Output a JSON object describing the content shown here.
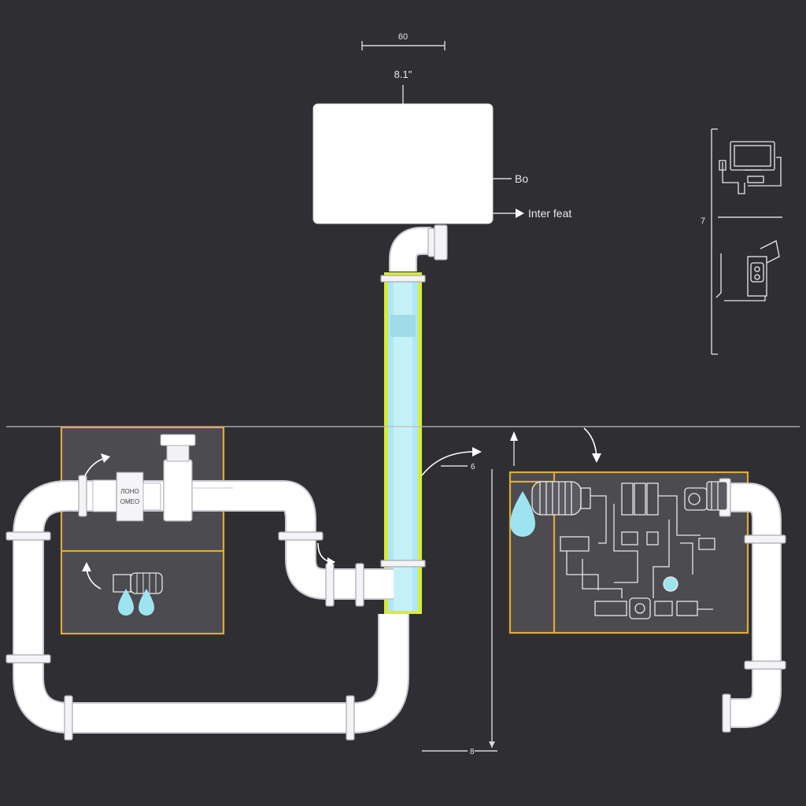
{
  "colors": {
    "background": "#2f2f33",
    "pipe": "#ffffff",
    "frame_gold": "#e0a93a",
    "column_yellow": "#d8ec3a",
    "water_blue": "#a9e6f2",
    "droplet_blue": "#9ee3f0"
  },
  "dimensions": {
    "top": "60",
    "top_sub": "8.1\"",
    "right_tick": "7",
    "middle": "6",
    "bottom": "8"
  },
  "callouts": {
    "tank_side": "Bo",
    "inlet": "Inter feat"
  },
  "valve_tag": {
    "line1": "ЛОНО",
    "line2": "ОМЕО"
  },
  "icons": [
    "monitor-icon",
    "outlet-icon",
    "water-droplet-icon"
  ]
}
